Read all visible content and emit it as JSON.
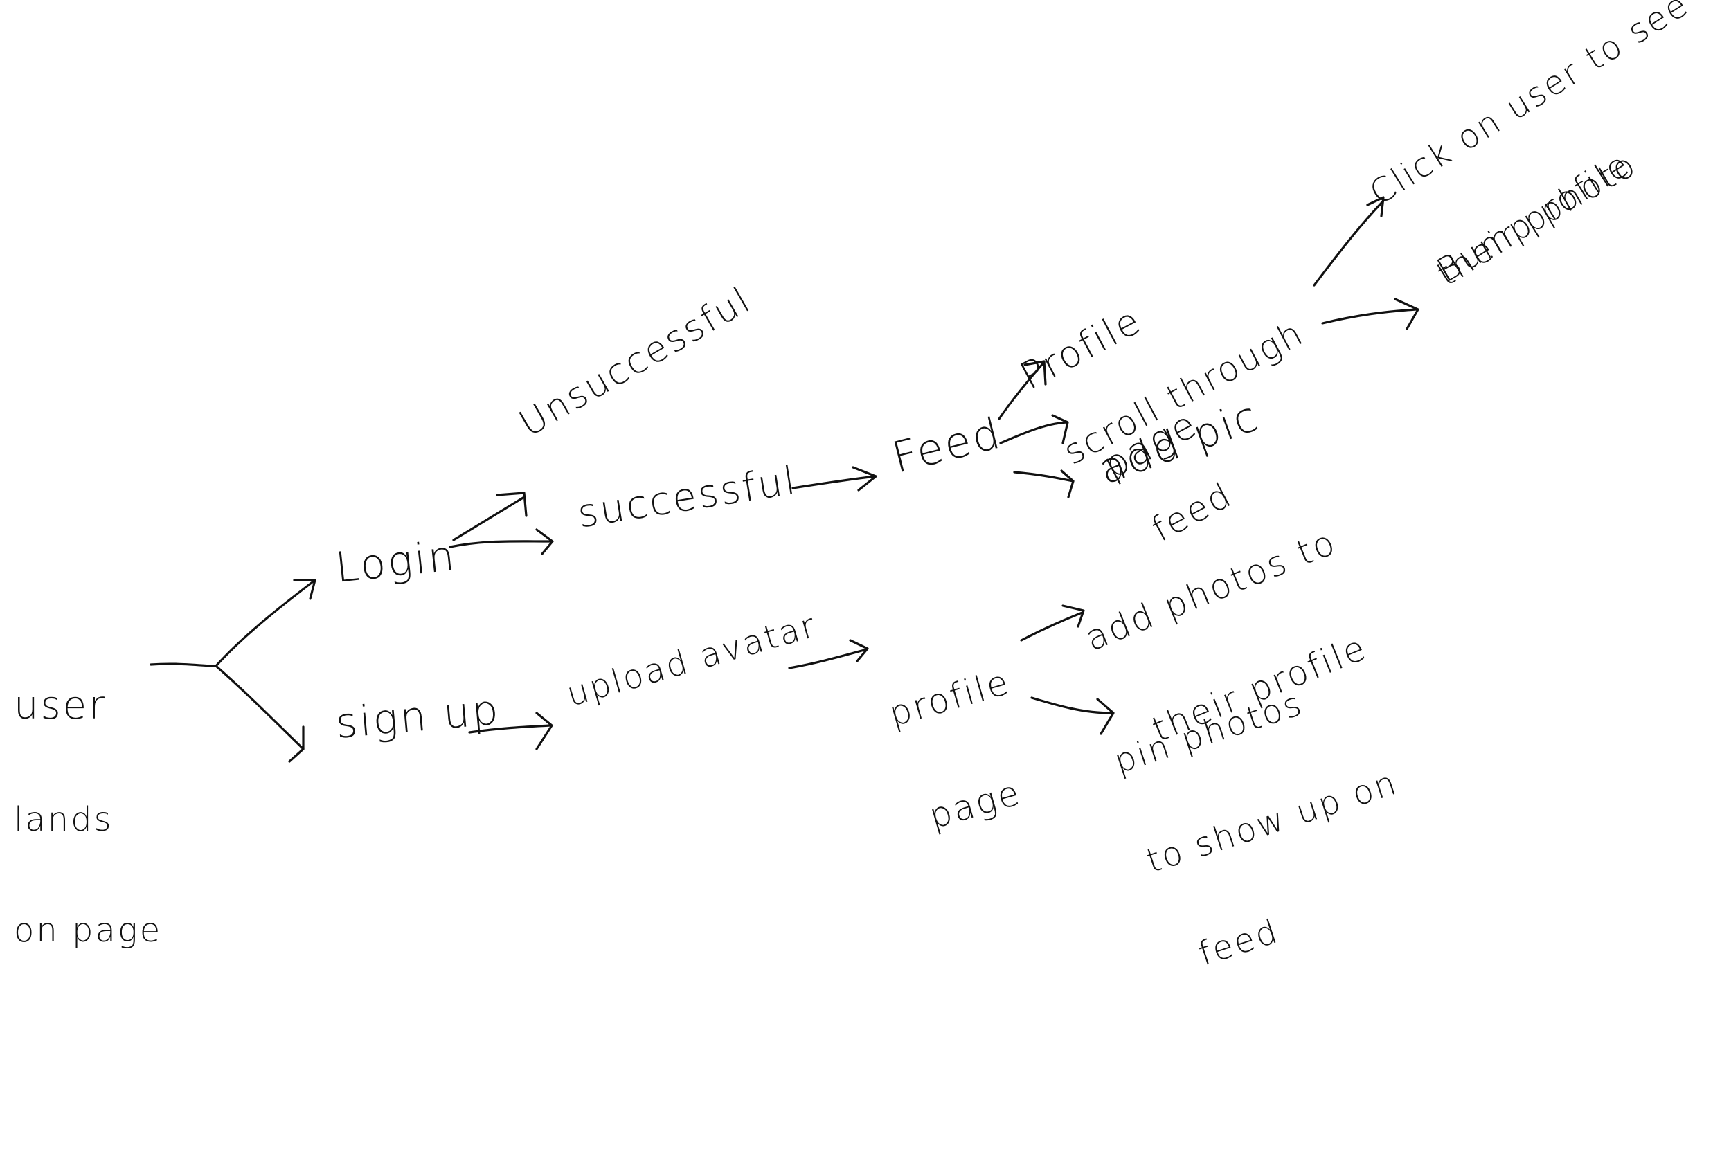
{
  "nodes": {
    "user_lands": [
      "user",
      "lands",
      "on page"
    ],
    "login": "Login",
    "sign_up": "sign up",
    "unsuccessful": "Unsuccessful",
    "successful": "successful",
    "feed": "Feed",
    "profile_page_top": [
      "Profile",
      "page"
    ],
    "scroll_feed": [
      "scroll through",
      "feed"
    ],
    "add_pic": "add pic",
    "click_user": [
      "Click on user to see",
      "their profile"
    ],
    "bump_photo": "Bump photo",
    "upload_avatar": "upload avatar",
    "profile_page_bottom": [
      "profile",
      "page"
    ],
    "add_photos": [
      "add photos to",
      "their profile"
    ],
    "pin_photos": [
      "pin photos",
      "to show up on",
      "feed"
    ]
  },
  "colors": {
    "ink": "#111111",
    "background": "#ffffff"
  }
}
